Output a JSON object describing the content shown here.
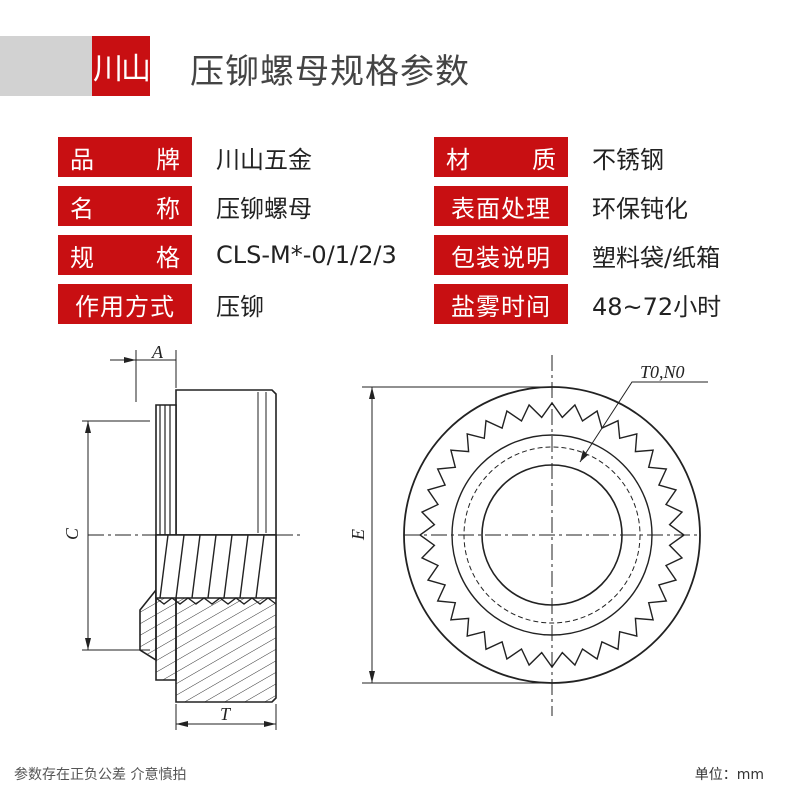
{
  "header": {
    "logo": "川山",
    "title": "压铆螺母规格参数"
  },
  "specs": {
    "left": [
      {
        "label_a": "品",
        "label_b": "牌",
        "value": "川山五金"
      },
      {
        "label_a": "名",
        "label_b": "称",
        "value": "压铆螺母"
      },
      {
        "label_a": "规",
        "label_b": "格",
        "value": "CLS-M*-0/1/2/3"
      },
      {
        "label": "作用方式",
        "value": "压铆"
      }
    ],
    "right": [
      {
        "label_a": "材",
        "label_b": "质",
        "value": "不锈钢"
      },
      {
        "label": "表面处理",
        "value": "环保钝化"
      },
      {
        "label": "包装说明",
        "value": "塑料袋/纸箱"
      },
      {
        "label": "盐雾时间",
        "value": "48~72小时"
      }
    ]
  },
  "drawing": {
    "dim_a": "A",
    "dim_c": "C",
    "dim_t": "T",
    "dim_e": "E",
    "thread_callout": "T0,N0"
  },
  "footer": {
    "note": "参数存在正负公差 介意慎拍",
    "unit": "单位：mm"
  },
  "colors": {
    "accent": "#c80f12",
    "header_gray": "#d2d2d2"
  }
}
